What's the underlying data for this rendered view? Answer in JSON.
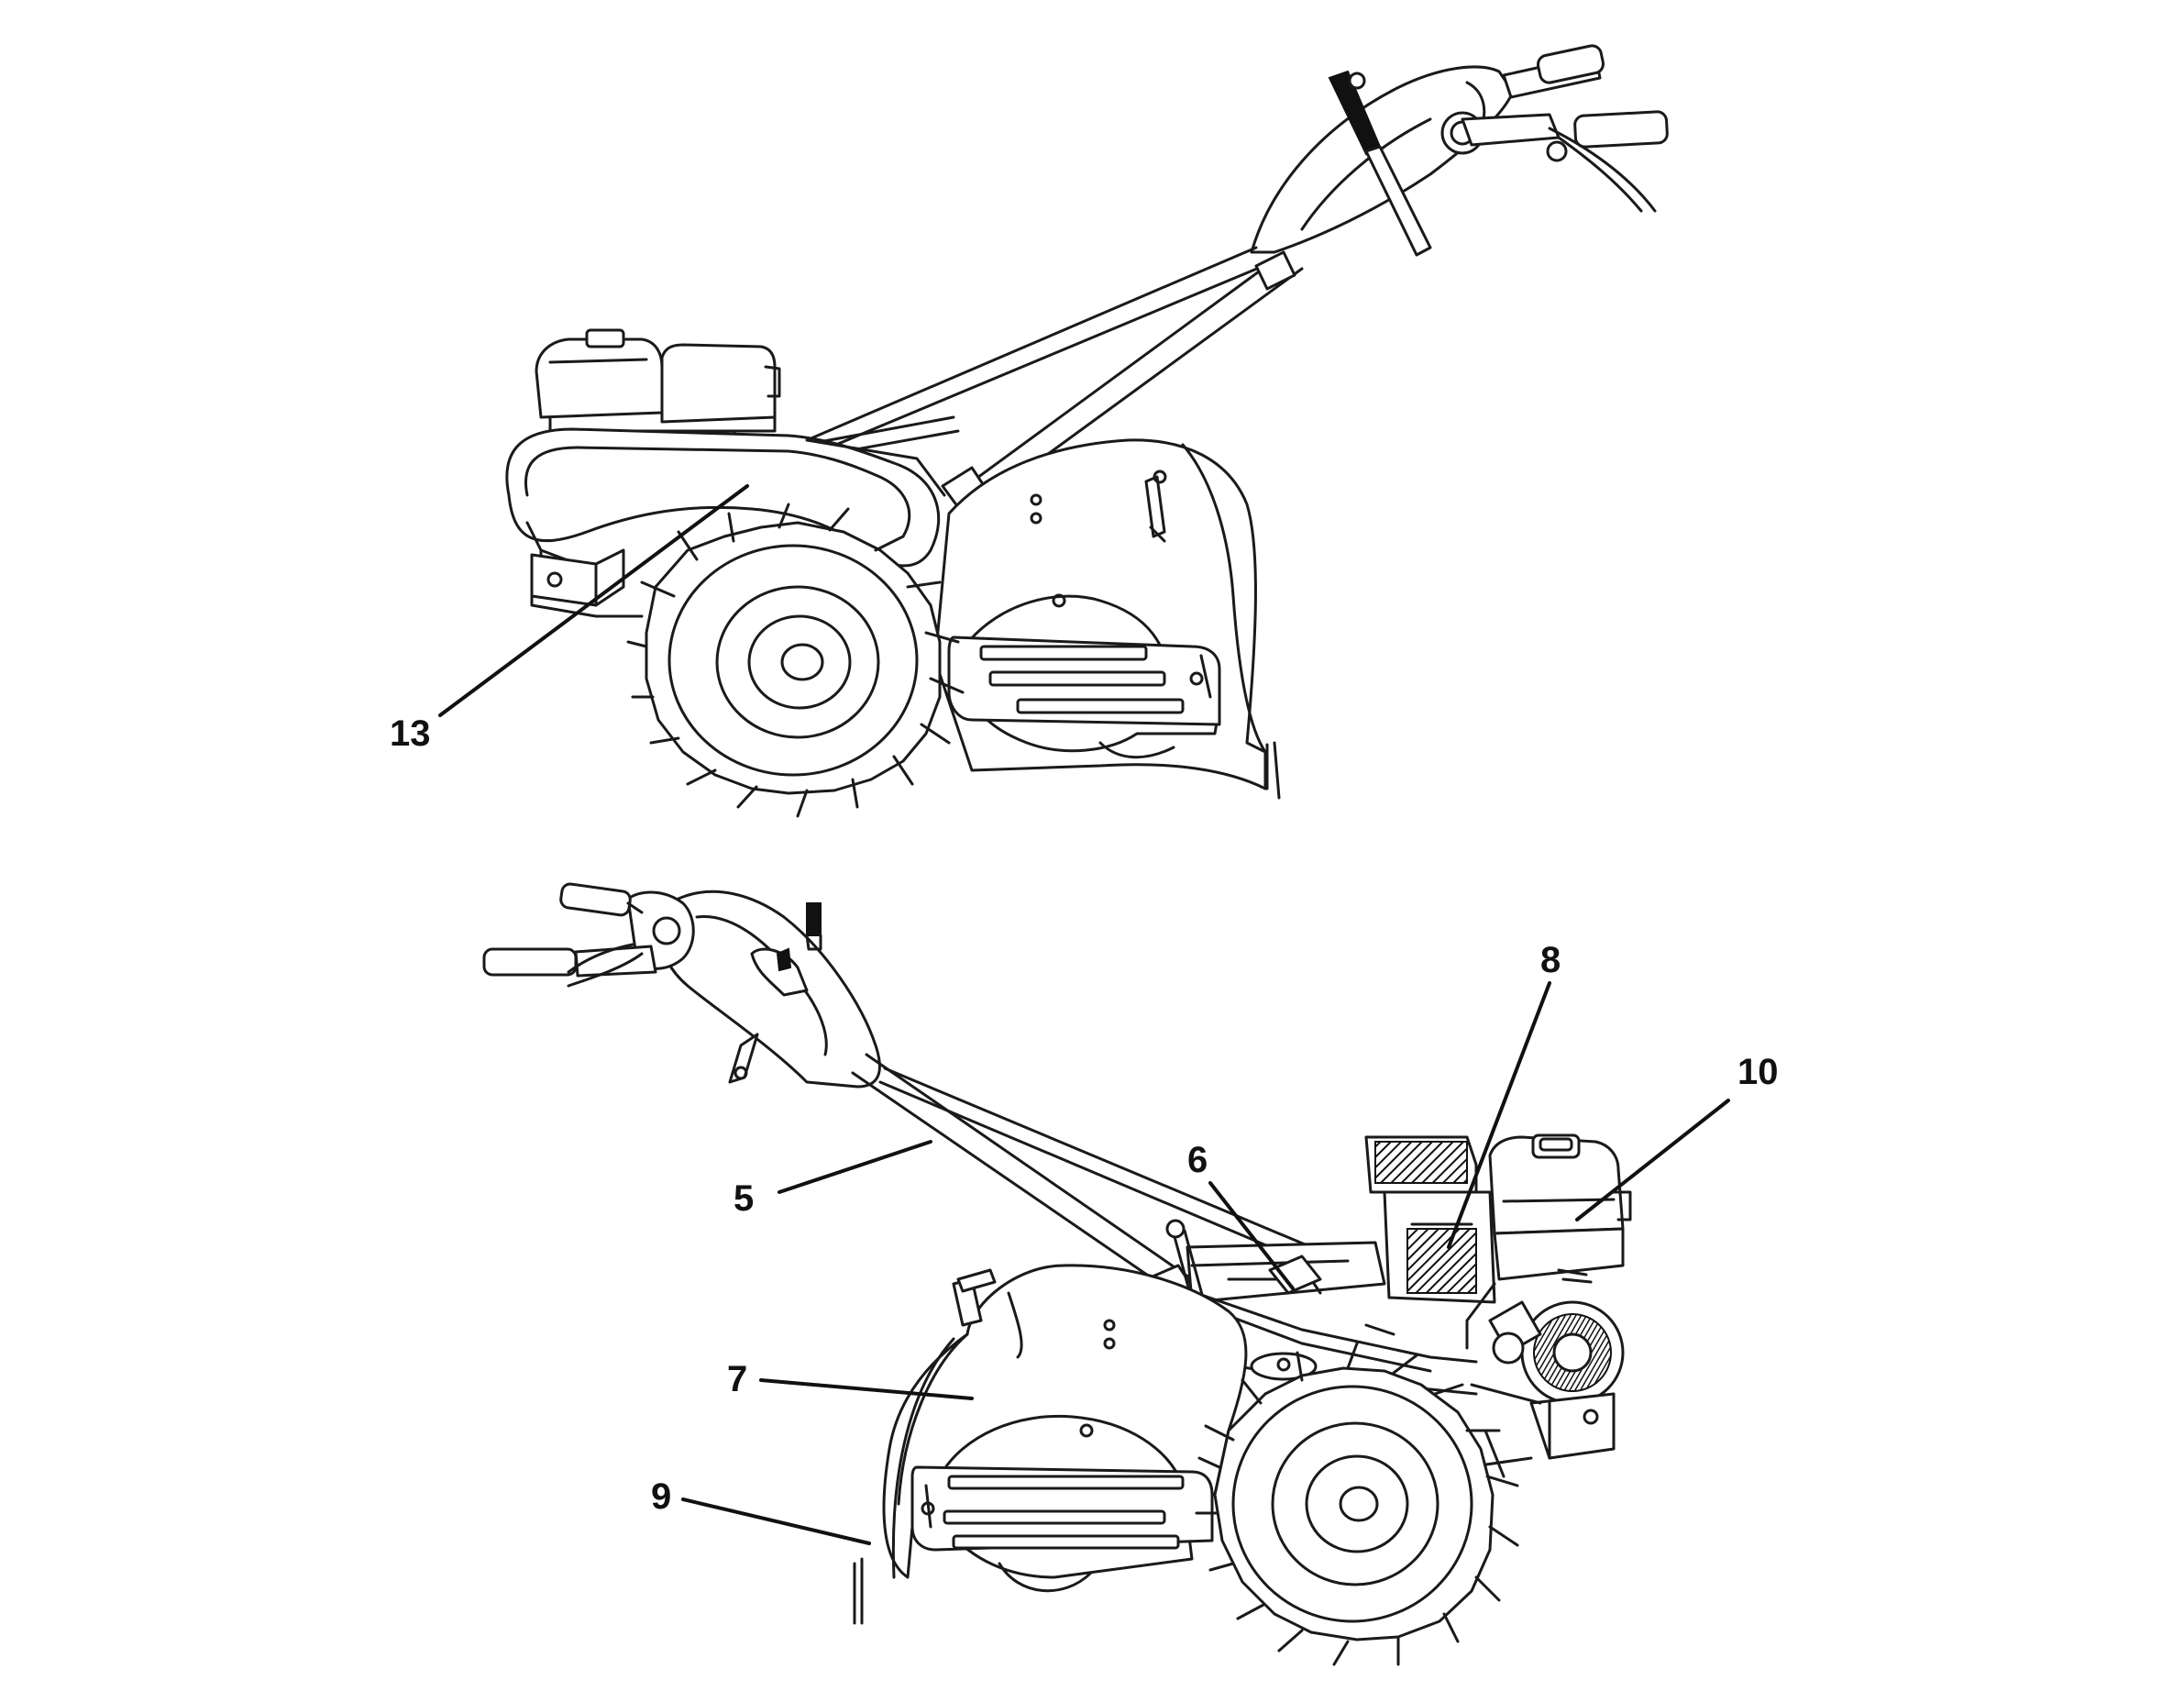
{
  "callouts": {
    "top": [
      {
        "id": "13",
        "label": "13"
      }
    ],
    "bottom": [
      {
        "id": "8",
        "label": "8"
      },
      {
        "id": "10",
        "label": "10"
      },
      {
        "id": "6",
        "label": "6"
      },
      {
        "id": "5",
        "label": "5"
      },
      {
        "id": "7",
        "label": "7"
      },
      {
        "id": "9",
        "label": "9"
      }
    ]
  }
}
